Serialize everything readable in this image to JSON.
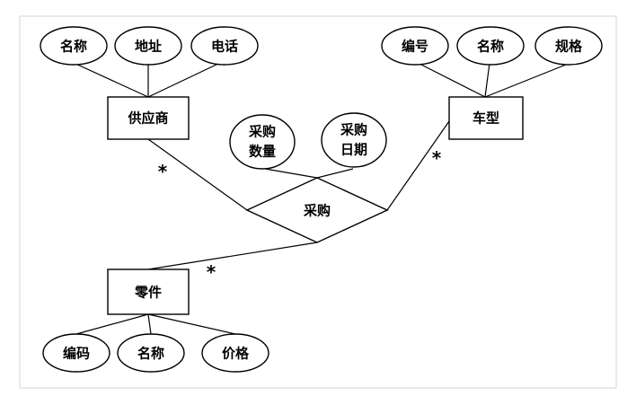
{
  "entities": {
    "supplier": {
      "label": "供应商",
      "attributes": [
        "名称",
        "地址",
        "电话"
      ]
    },
    "car_model": {
      "label": "车型",
      "attributes": [
        "编号",
        "名称",
        "规格"
      ]
    },
    "part": {
      "label": "零件",
      "attributes": [
        "编码",
        "名称",
        "价格"
      ]
    }
  },
  "relationship": {
    "label": "采购",
    "attributes": [
      {
        "lines": [
          "采购",
          "数量"
        ]
      },
      {
        "lines": [
          "采购",
          "日期"
        ]
      }
    ],
    "cardinality": {
      "supplier": "*",
      "car_model": "*",
      "part": "*"
    }
  }
}
